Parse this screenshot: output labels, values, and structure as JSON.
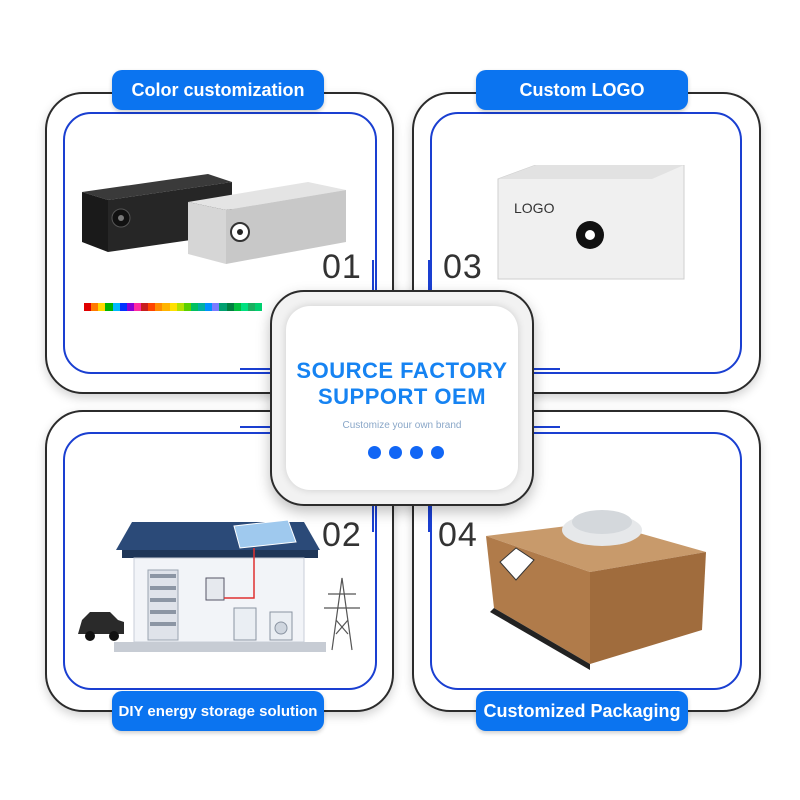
{
  "panels": {
    "color": {
      "label": "Color customization",
      "number": "01"
    },
    "logo": {
      "label": "Custom LOGO",
      "number": "03",
      "logo_text": "LOGO"
    },
    "diy": {
      "label": "DIY energy storage solution",
      "number": "02"
    },
    "packaging": {
      "label": "Customized Packaging",
      "number": "04"
    }
  },
  "center": {
    "title_line1": "SOURCE FACTORY",
    "title_line2": "SUPPORT OEM",
    "subtitle": "Customize your own brand"
  },
  "colors": {
    "accent": "#0b74f0",
    "border_blue": "#1a3fd1",
    "title_blue": "#1683f2",
    "swatches": [
      "#e00000",
      "#ff7a00",
      "#ffd800",
      "#00b400",
      "#00b8ff",
      "#0032ff",
      "#8a00d6",
      "#ff2aa0",
      "#c81e1e",
      "#ff4500",
      "#ff8c00",
      "#ffb400",
      "#ffe000",
      "#b4e000",
      "#5ad000",
      "#00c060",
      "#00b0a0",
      "#0090ff",
      "#7a7aff",
      "#00a070",
      "#008040",
      "#00c040",
      "#00e080",
      "#1ab060",
      "#00d070"
    ]
  },
  "icons": [
    "fan-icon",
    "solar-panel-icon",
    "car-icon",
    "power-tower-icon",
    "fridge-icon",
    "washing-machine-icon"
  ]
}
